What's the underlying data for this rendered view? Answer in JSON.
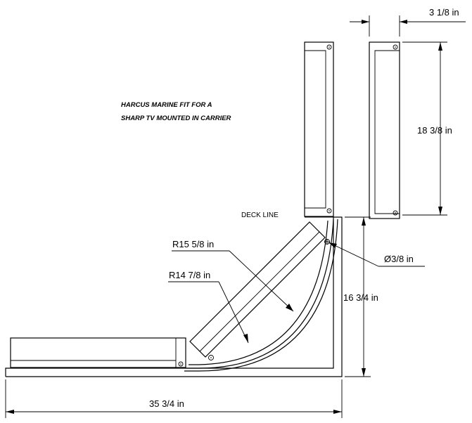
{
  "note": {
    "line1": "HARCUS MARINE FIT FOR A",
    "line2": "SHARP TV MOUNTED IN CARRIER"
  },
  "labels": {
    "deck_line": "DECK LINE",
    "width_top": "3 1/8 in",
    "height_top": "18 3/8 in",
    "radius_outer": "R15 5/8 in",
    "radius_inner": "R14 7/8 in",
    "hole_dia": "Ø3/8 in",
    "height_base": "16 3/4 in",
    "width_base": "35 3/4 in"
  }
}
